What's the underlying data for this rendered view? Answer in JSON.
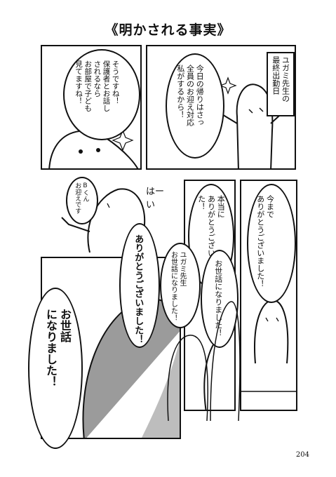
{
  "title": "《明かされる事実》",
  "page_number": "204",
  "panels": {
    "p1": {
      "speech": [
        "そうですね！",
        "保護者とお話し",
        "されるなら",
        "お部屋で子ども",
        "見てますね！"
      ]
    },
    "p2": {
      "caption": [
        "ユガミ先生の",
        "最終出勤日"
      ],
      "speech": [
        "今日の帰りはさっ",
        "全員のお迎え対応",
        "私がするから！"
      ]
    },
    "p3": {
      "speech": [
        "Bくん",
        "お迎えです"
      ],
      "sfx": "はーい"
    },
    "p4": {
      "speech": [
        "今まで",
        "ありがとうございました！"
      ]
    },
    "p5": {
      "speech": [
        "本当に",
        "ありがとうございました！"
      ],
      "speech2": [
        "お世話になりました！"
      ]
    },
    "p6": {
      "speech_a": [
        "ありがとうございました！"
      ],
      "speech_b": [
        "ユガミ先生",
        "お世話になりました！"
      ],
      "speech_c": [
        "お世話",
        "になりました！"
      ]
    }
  }
}
